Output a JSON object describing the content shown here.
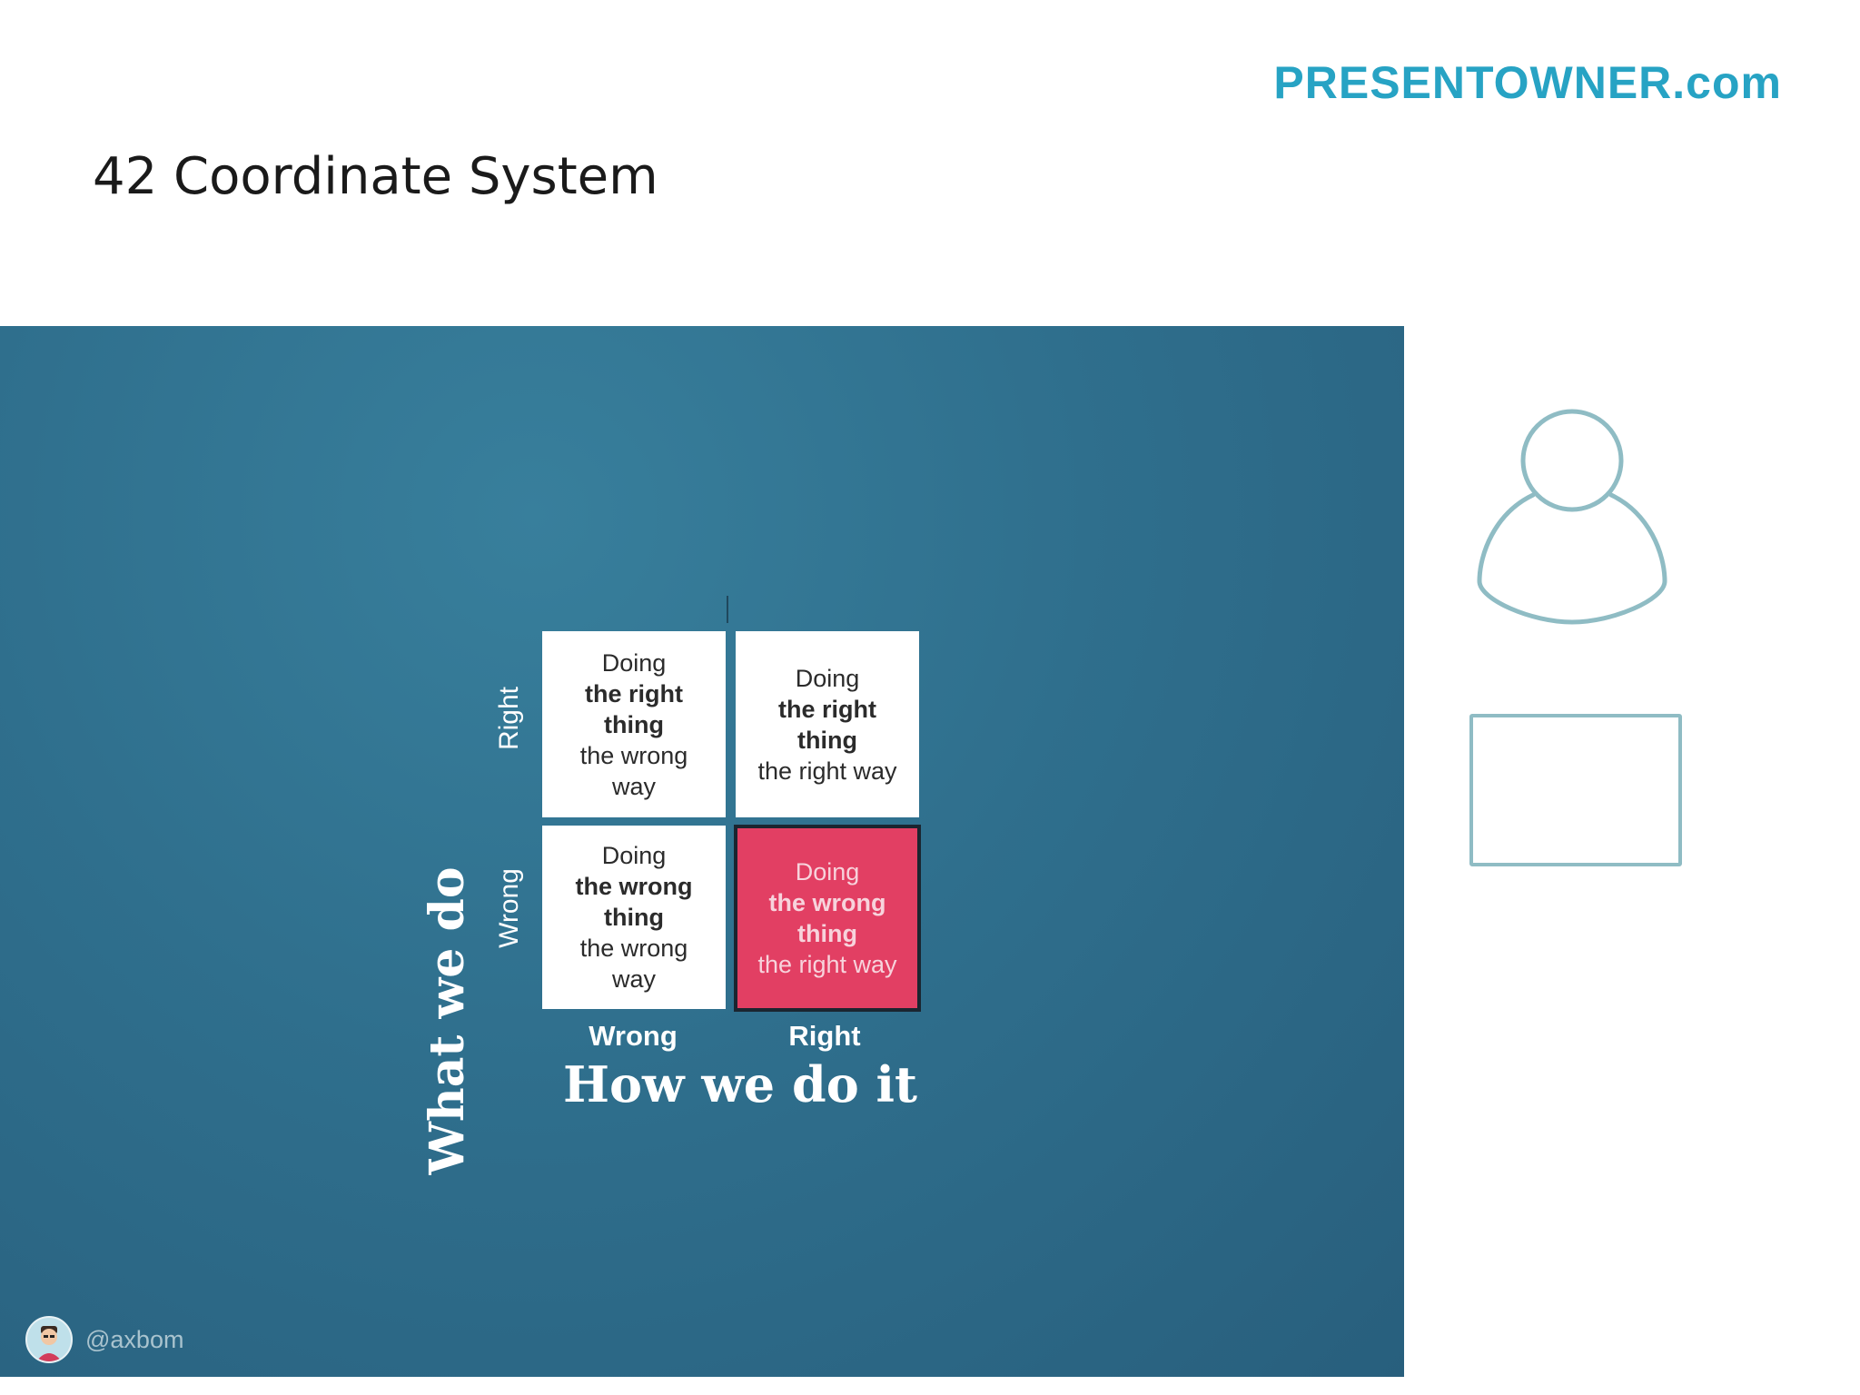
{
  "brand": "PRESENTOWNER.com",
  "title": "42 Coordinate System",
  "slide": {
    "y_axis_title": "What we do",
    "x_axis_title": "How we do it",
    "y_ticks": {
      "top": "Right",
      "bottom": "Wrong"
    },
    "x_ticks": {
      "left": "Wrong",
      "right": "Right"
    },
    "cells": {
      "top_left": {
        "l1": "Doing",
        "l2": "the right",
        "l3": "thing",
        "l4": "the wrong",
        "l5": "way"
      },
      "top_right": {
        "l1": "Doing",
        "l2": "the right",
        "l3": "thing",
        "l4": "the right way"
      },
      "bottom_left": {
        "l1": "Doing",
        "l2": "the wrong",
        "l3": "thing",
        "l4": "the wrong",
        "l5": "way"
      },
      "bottom_right": {
        "l1": "Doing",
        "l2": "the wrong",
        "l3": "thing",
        "l4": "the right way"
      }
    },
    "handle": "@axbom"
  },
  "colors": {
    "brand": "#27a3c4",
    "slide_bg": "#2f6f8d",
    "highlight": "#e23f63",
    "outline": "#8fbcc4"
  },
  "icons": [
    "person-icon",
    "avatar-icon"
  ]
}
